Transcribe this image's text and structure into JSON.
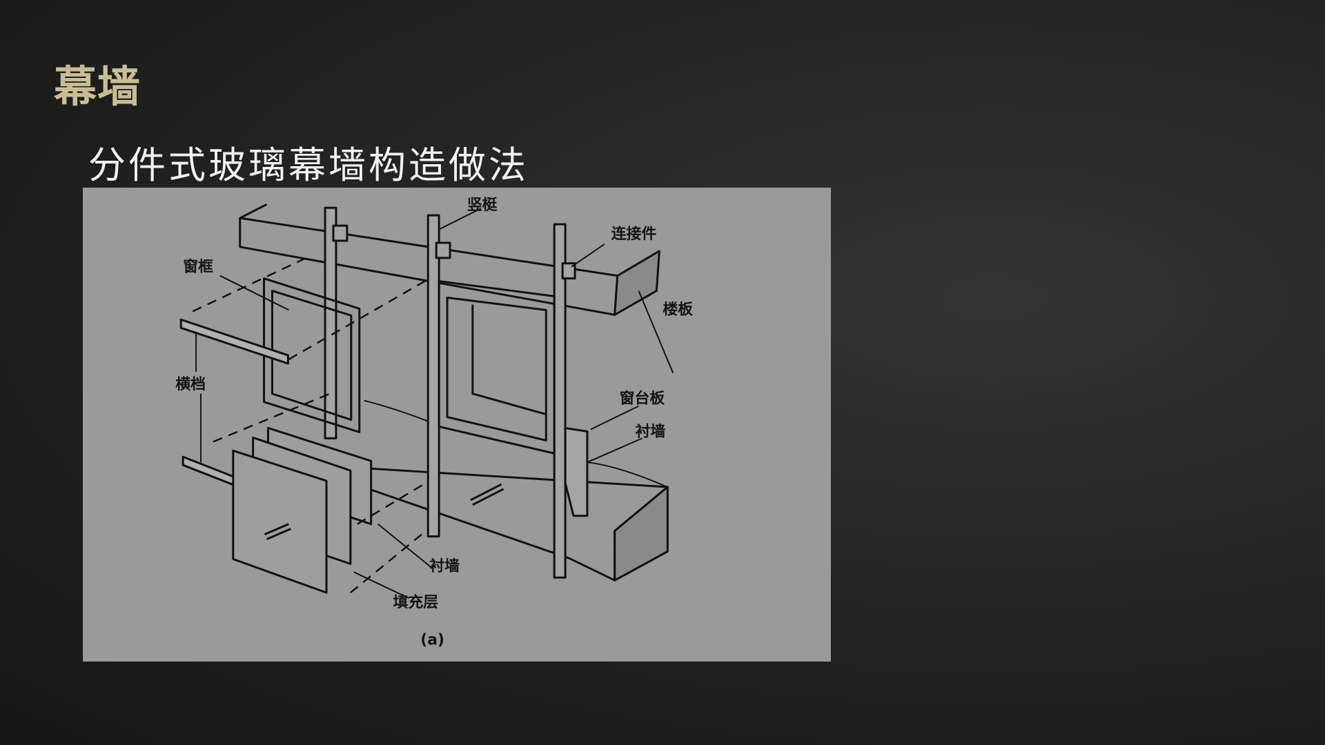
{
  "slide": {
    "title": "幕墙",
    "subtitle": "分件式玻璃幕墙构造做法"
  },
  "figure": {
    "labels": {
      "mullion": "竖梃",
      "connector": "连接件",
      "floor_slab": "楼板",
      "window_frame": "窗框",
      "transom": "横档",
      "window_sill": "窗台板",
      "lining_wall_right": "衬墙",
      "lining_wall_bottom": "衬墙",
      "infill_layer": "填充层",
      "caption": "(a)"
    }
  }
}
